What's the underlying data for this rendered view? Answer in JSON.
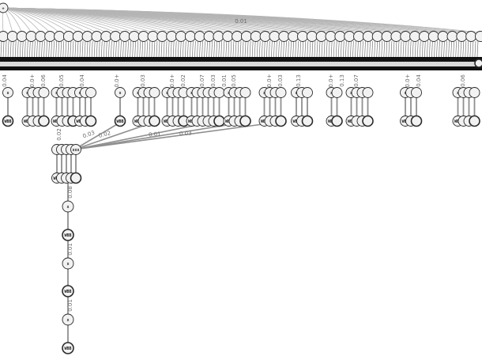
{
  "diagram": {
    "kind": "tree",
    "root": {
      "label": "+"
    },
    "colors": {
      "edge": "#8f8f8f",
      "node_fill": "#f2f2f2",
      "node_stroke": "#2a2a2a",
      "band": "#111111"
    },
    "top_fan": {
      "node_count": 52,
      "edge_labels": [
        "0.01"
      ]
    },
    "mid_row": {
      "groups": [
        {
          "top_label": "x",
          "bottom_label": "WBB",
          "edge_labels": [
            "0.04"
          ]
        },
        {
          "top_label": "x",
          "bottom_label": "WBB",
          "edge_labels": [
            "0.0+",
            "0.06"
          ]
        },
        {
          "top_label": "x",
          "bottom_label": "WBB",
          "edge_labels": [
            "0.05"
          ]
        },
        {
          "top_label": "x",
          "bottom_label": "WBB",
          "edge_labels": [
            "0.04"
          ]
        },
        {
          "top_label": "x",
          "bottom_label": "WBB",
          "edge_labels": [
            "0.0+"
          ]
        },
        {
          "top_label": "x",
          "bottom_label": "WBB",
          "edge_labels": [
            "0.03"
          ]
        },
        {
          "top_label": "x",
          "bottom_label": "WBB",
          "edge_labels": [
            "0.0+",
            "0.02"
          ]
        },
        {
          "top_label": "x",
          "bottom_label": "WBB",
          "edge_labels": [
            "0.07",
            "0.03",
            "0.01"
          ]
        },
        {
          "top_label": "x",
          "bottom_label": "WBB",
          "edge_labels": [
            "0.05"
          ]
        },
        {
          "top_label": "x",
          "bottom_label": "WBB",
          "edge_labels": [
            "0.0+",
            "0.03"
          ]
        },
        {
          "top_label": "x",
          "bottom_label": "WBB",
          "edge_labels": [
            "0.13"
          ]
        },
        {
          "top_label": "x",
          "bottom_label": "WBB",
          "edge_labels": [
            "0.0+",
            "0.13"
          ]
        },
        {
          "top_label": "x",
          "bottom_label": "WBB",
          "edge_labels": [
            "0.07"
          ]
        },
        {
          "top_label": "x",
          "bottom_label": "WBB",
          "edge_labels": [
            "0.0+",
            "0.04"
          ]
        },
        {
          "top_label": "x",
          "bottom_label": "WBB",
          "edge_labels": [
            "0.06"
          ]
        }
      ],
      "cross_edge_labels": [
        "0.03",
        "0.02",
        "0.01",
        "0.03"
      ]
    },
    "chain": {
      "hub_labels": [
        "xxx",
        "WBB"
      ],
      "nodes": [
        "x",
        "WBB",
        "x",
        "WBB",
        "x",
        "WBB"
      ],
      "edge_labels": [
        "0.02",
        "0.08",
        "0.01",
        "0.01"
      ]
    }
  }
}
